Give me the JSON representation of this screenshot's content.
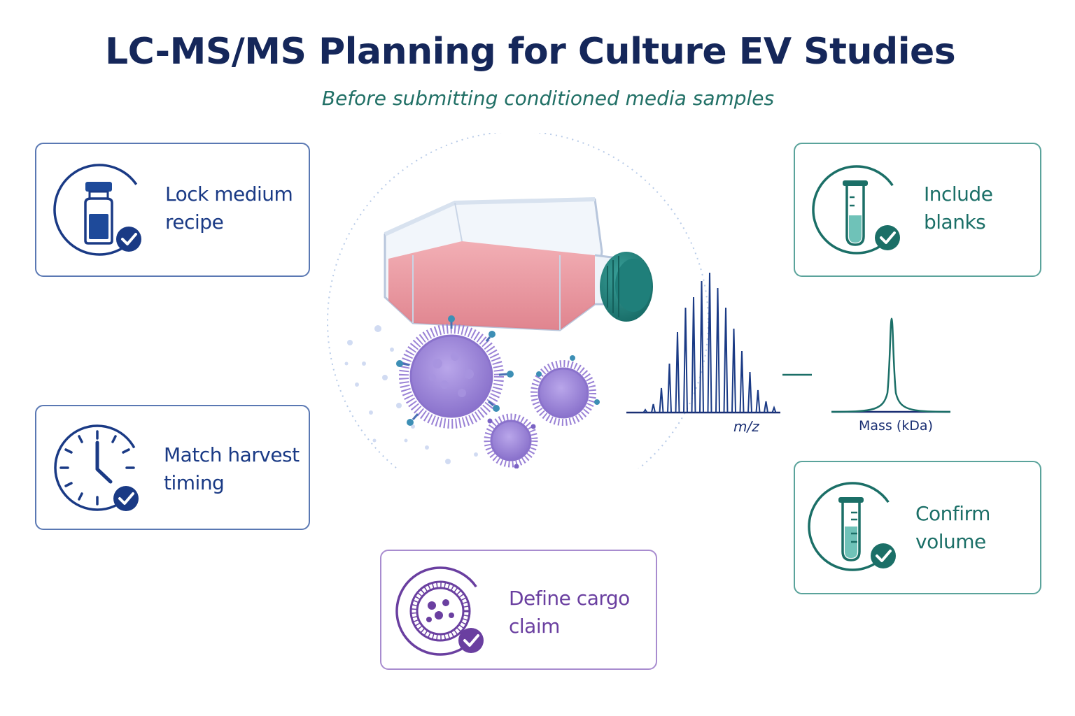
{
  "title": "LC-MS/MS Planning for Culture EV Studies",
  "subtitle": "Before submitting conditioned media samples",
  "cards": {
    "medium": {
      "label": "Lock medium\nrecipe",
      "icon": "medium-bottle-icon"
    },
    "harvest": {
      "label": "Match harvest\ntiming",
      "icon": "clock-icon"
    },
    "blanks": {
      "label": "Include\nblanks",
      "icon": "test-tube-icon"
    },
    "volume": {
      "label": "Confirm\nvolume",
      "icon": "graduated-tube-icon"
    },
    "cargo": {
      "label": "Define cargo\nclaim",
      "icon": "vesicle-cargo-icon"
    }
  },
  "spectrum": {
    "x_axis_label": "m/z"
  },
  "deconvoluted": {
    "x_axis_label": "Mass (kDa)"
  },
  "colors": {
    "title": "#15275a",
    "subtitle": "#217066",
    "blue": "#1a3a85",
    "teal": "#1b6f67",
    "purple": "#6a3fa0",
    "medium_pink": "#e98b94",
    "cap_teal": "#1f7f7a",
    "vesicle_purple": "#9a82d6"
  }
}
